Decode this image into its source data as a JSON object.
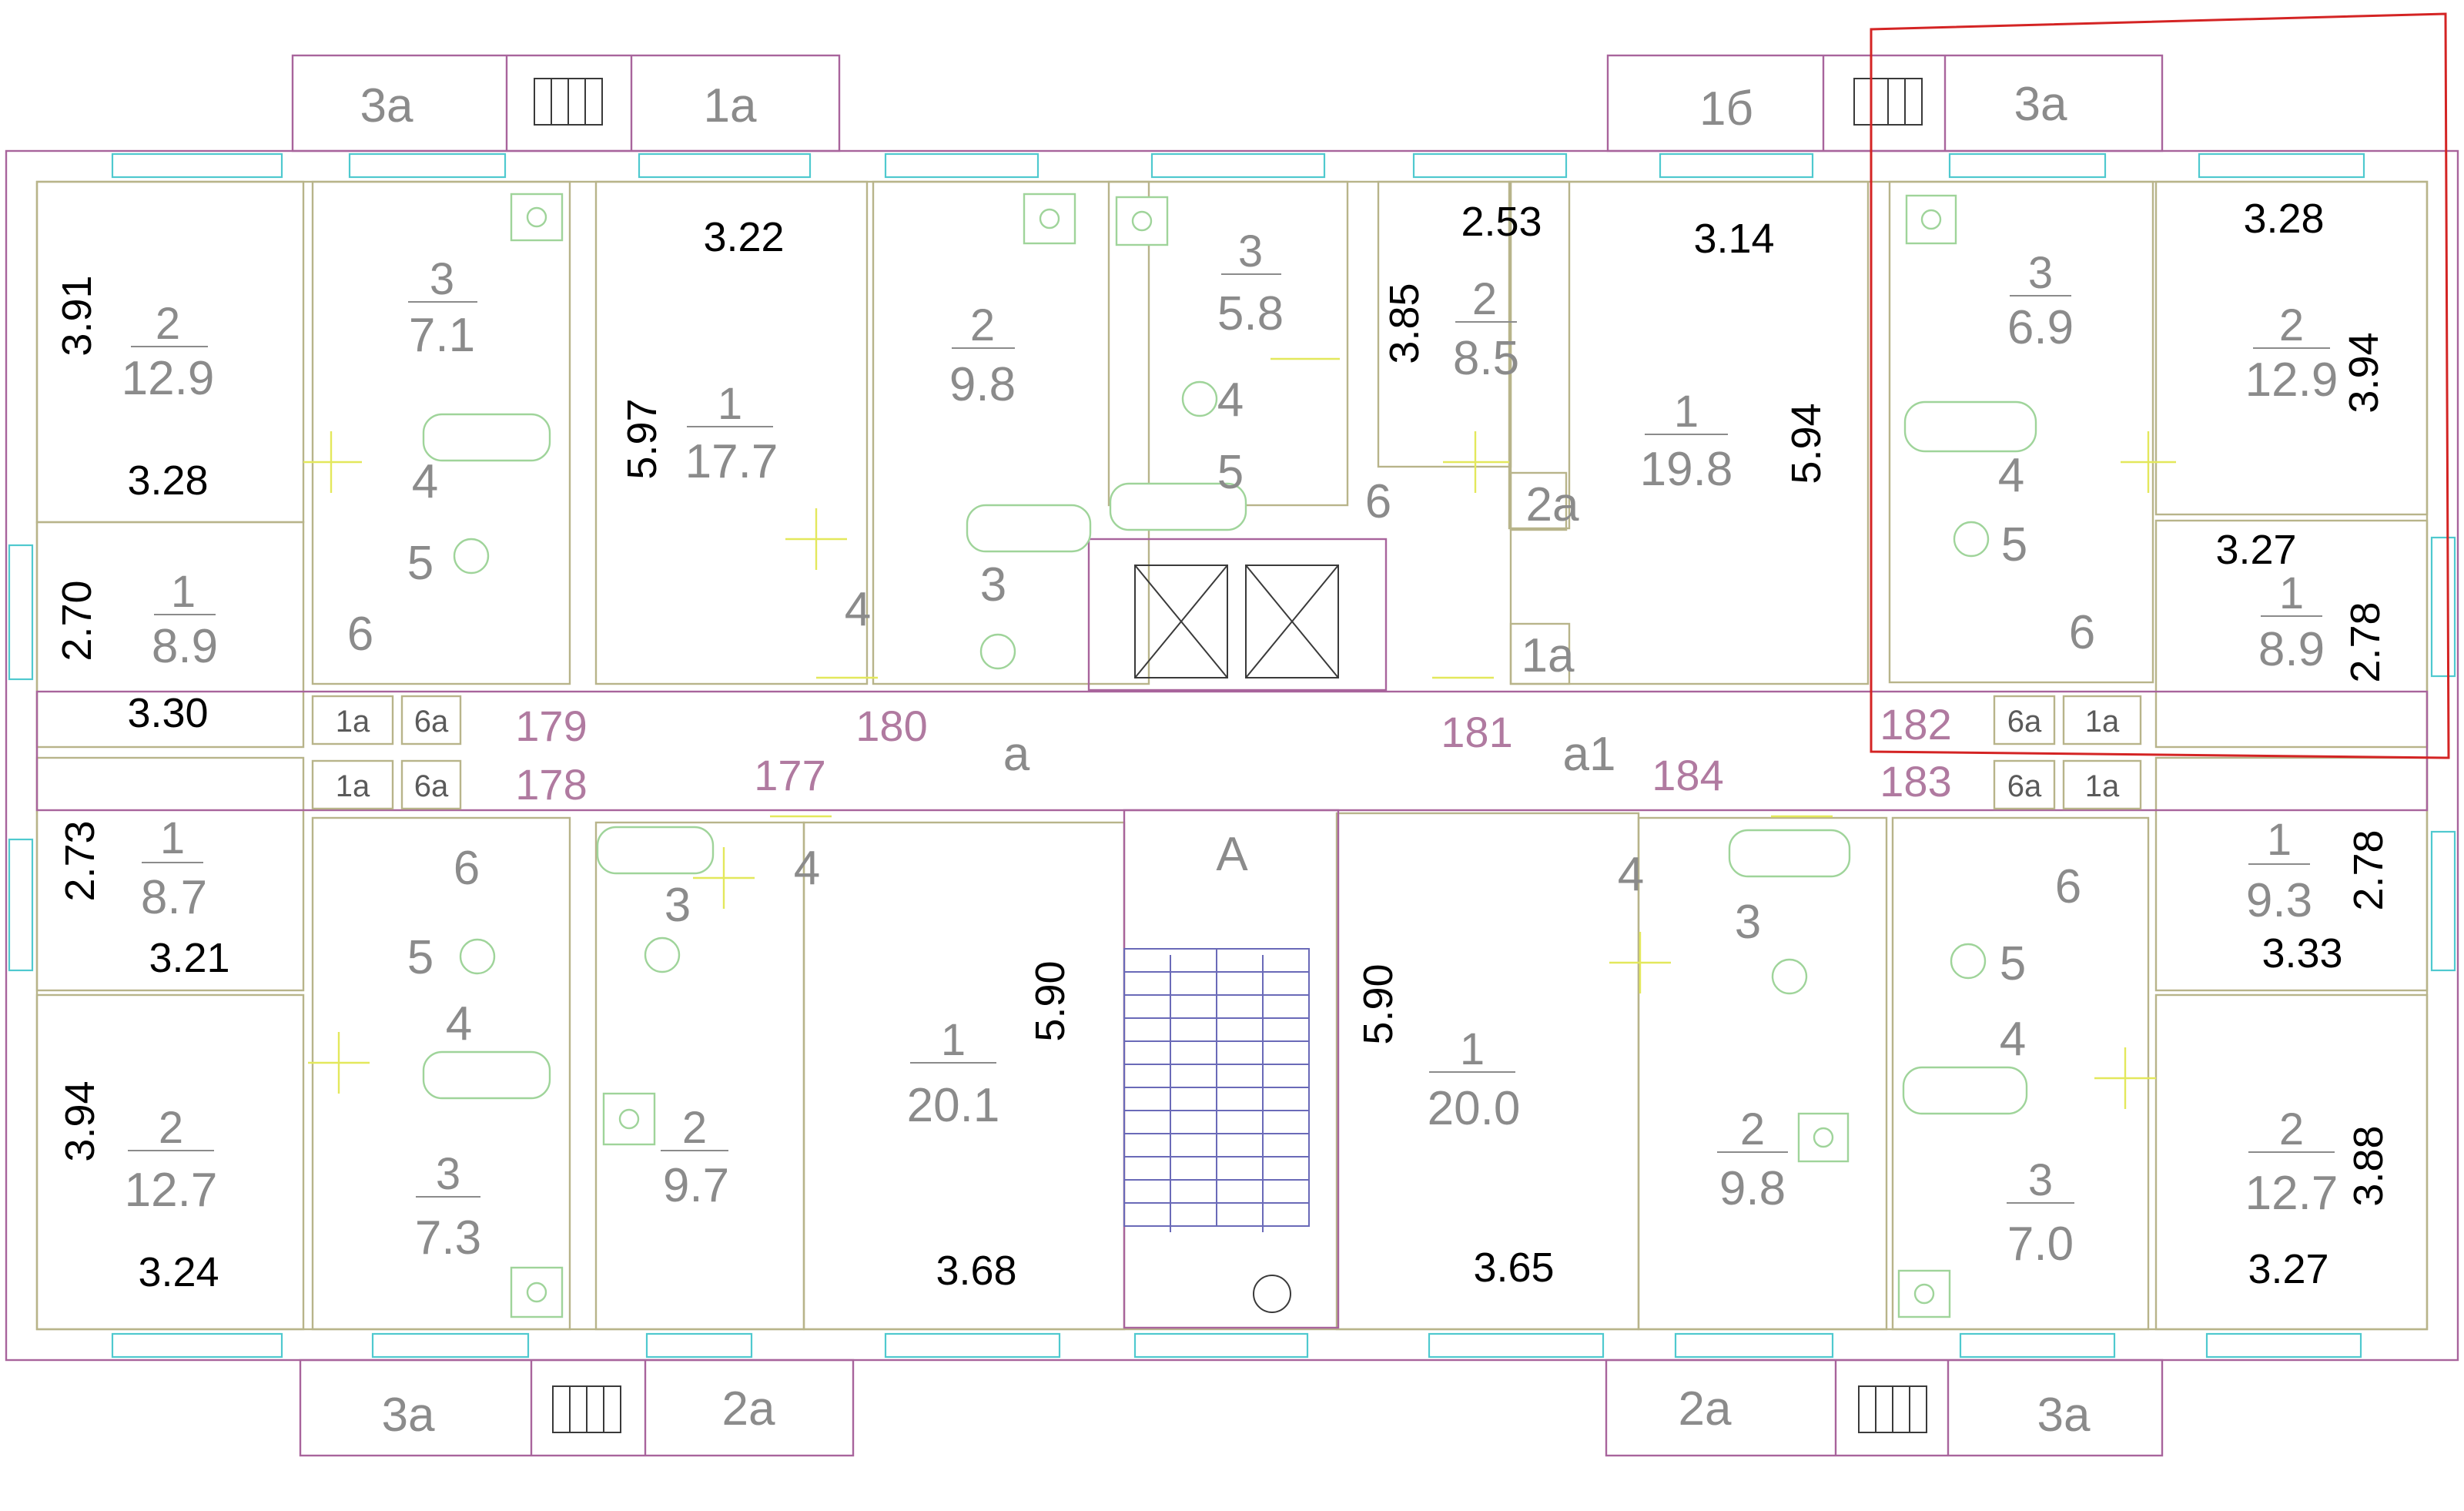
{
  "labels": {
    "balcony_top_left_1": "3а",
    "balcony_top_left_2": "1а",
    "balcony_top_right_1": "1б",
    "balcony_top_right_2": "3а",
    "balcony_bottom_left_1": "3а",
    "balcony_bottom_left_2": "2а",
    "balcony_bottom_right_1": "2а",
    "balcony_bottom_right_2": "3а",
    "stair_label": "А",
    "corridor_a": "а",
    "corridor_a1": "а1"
  },
  "flats": {
    "f177": "177",
    "f178": "178",
    "f179": "179",
    "f180": "180",
    "f181": "181",
    "f182": "182",
    "f183": "183",
    "f184": "184"
  },
  "dims": {
    "tl_room2_w": "3.91",
    "tl_room2_b": "3.28",
    "tl_room1_h": "2.70",
    "tl_room1_b": "3.30",
    "tm_room1_top": "3.22",
    "tm_room1_side": "5.97",
    "tr_room2_top": "2.53",
    "tr_room2_side": "3.85",
    "tr_room1_top": "3.14",
    "tr_room1_side": "5.94",
    "hl_room2_top": "3.28",
    "hl_room2_side": "3.94",
    "hl_room1_top": "3.27",
    "hl_room1_side": "2.78",
    "bl_room1_h": "2.73",
    "bl_room1_b": "3.21",
    "bl_room2_h": "3.94",
    "bl_room2_b": "3.24",
    "bm_room1_side": "5.90",
    "bm_room1_b": "3.68",
    "bmr_room1_side": "5.90",
    "bmr_room1_b": "3.65",
    "br_room1_side": "2.78",
    "br_room1_b": "3.33",
    "br_room2_side": "3.88",
    "br_room2_b": "3.27"
  },
  "rooms": {
    "tl_r2_num": "2",
    "tl_r2_area": "12.9",
    "tl_r3_num": "3",
    "tl_r3_area": "7.1",
    "tl_r4": "4",
    "tl_r5": "5",
    "tl_r6": "6",
    "tl_r1_num": "1",
    "tl_r1_area": "8.9",
    "tm_r1_num": "1",
    "tm_r1_area": "17.7",
    "tm_r2_num": "2",
    "tm_r2_area": "9.8",
    "tm_r4": "4",
    "tm_r3": "3",
    "tc_r3_num": "3",
    "tc_r3_area": "5.8",
    "tc_r4": "4",
    "tc_r5": "5",
    "tc_r6": "6",
    "tr_r2_num": "2",
    "tr_r2_area": "8.5",
    "tr_r2a": "2а",
    "tr_r1a": "1а",
    "tr_r1_num": "1",
    "tr_r1_area": "19.8",
    "hl_r3_num": "3",
    "hl_r3_area": "6.9",
    "hl_r4": "4",
    "hl_r5": "5",
    "hl_r6": "6",
    "hl_r2_num": "2",
    "hl_r2_area": "12.9",
    "hl_r1_num": "1",
    "hl_r1_area": "8.9",
    "c_1a_1": "1а",
    "c_6a_1": "6а",
    "c_1a_2": "1а",
    "c_6a_2": "6а",
    "c_6a_3": "6а",
    "c_1a_3": "1а",
    "c_6a_4": "6а",
    "c_1a_4": "1а",
    "bl_r6": "6",
    "bl_r5": "5",
    "bl_r4": "4",
    "bl_r1_num": "1",
    "bl_r1_area": "8.7",
    "bl_r2_num": "2",
    "bl_r2_area": "12.7",
    "bl_r3_num": "3",
    "bl_r3_area": "7.3",
    "bm_r3": "3",
    "bm_r4": "4",
    "bm_r2_num": "2",
    "bm_r2_area": "9.7",
    "bm_r1_num": "1",
    "bm_r1_area": "20.1",
    "bmr_r1_num": "1",
    "bmr_r1_area": "20.0",
    "bmr_r4": "4",
    "bmr_r3": "3",
    "bmr_r2_num": "2",
    "bmr_r2_area": "9.8",
    "br_r6": "6",
    "br_r5": "5",
    "br_r4": "4",
    "br_r1_num": "1",
    "br_r1_area": "9.3",
    "br_r3_num": "3",
    "br_r3_area": "7.0",
    "br_r2_num": "2",
    "br_r2_area": "12.7"
  },
  "colors": {
    "walls": "#a8649c",
    "windows": "#4fc9cf",
    "doors": "#e3e85c",
    "fixtures": "#9fd49a",
    "highlight": "#d42424"
  }
}
